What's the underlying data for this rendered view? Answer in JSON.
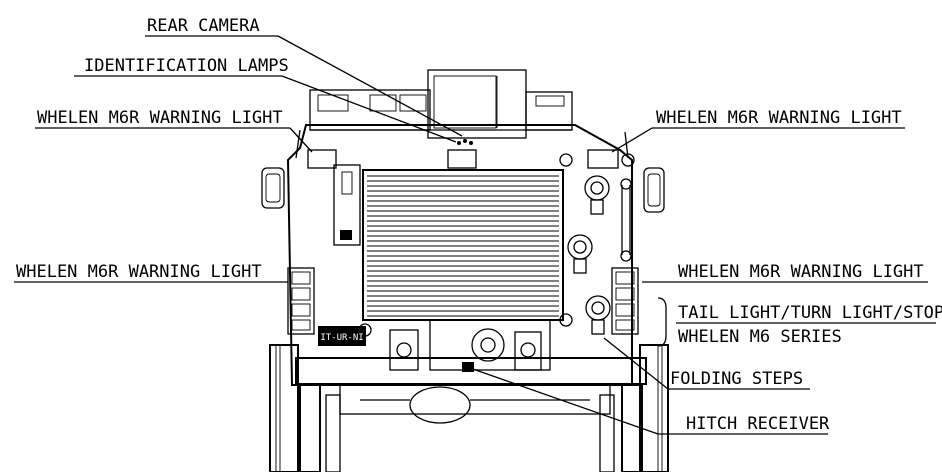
{
  "labels": {
    "rear_camera": "REAR CAMERA",
    "identification_lamps": "IDENTIFICATION LAMPS",
    "warning_light_top_left": "WHELEN M6R WARNING LIGHT",
    "warning_light_top_right": "WHELEN M6R WARNING LIGHT",
    "warning_light_mid_left": "WHELEN M6R WARNING LIGHT",
    "warning_light_mid_right": "WHELEN M6R WARNING LIGHT",
    "tail_light": "TAIL LIGHT/TURN LIGHT/STOP",
    "tail_light_series": "WHELEN M6 SERIES",
    "folding_steps": "FOLDING STEPS",
    "hitch_receiver": "HITCH RECEIVER",
    "body_badge": "IT-UR-NI"
  }
}
